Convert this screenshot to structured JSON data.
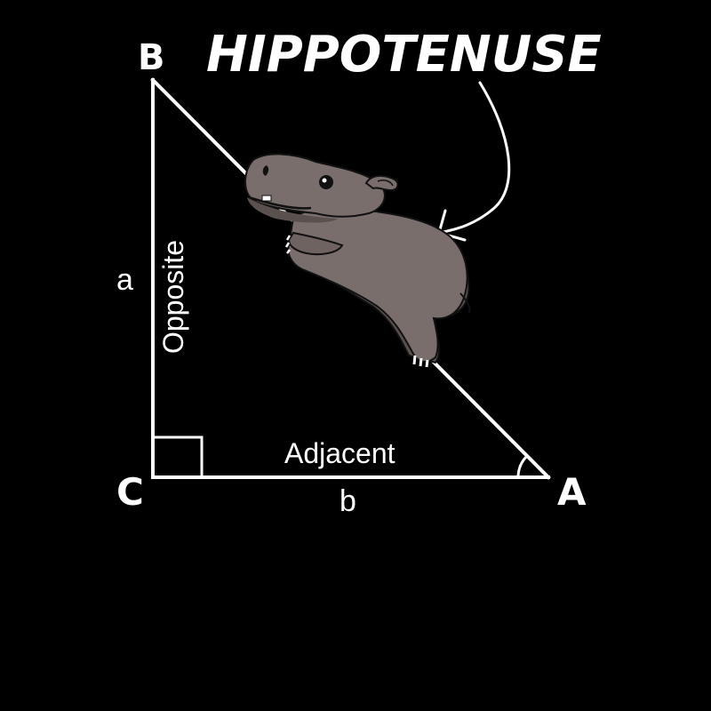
{
  "title": "HIPPOTENUSE",
  "vertices": {
    "a": "A",
    "b": "B",
    "c": "C"
  },
  "sides": {
    "opposite_letter": "a",
    "opposite_label": "Opposite",
    "adjacent_letter": "b",
    "adjacent_label": "Adjacent"
  },
  "colors": {
    "background": "#000000",
    "lines": "#ffffff",
    "hippo_body": "#7a6e6c",
    "hippo_shadow": "#5a504e",
    "hippo_outline": "#111111"
  },
  "icons": {
    "hippo": "hippo-illustration",
    "arrow": "curved-arrow-icon",
    "right_angle": "right-angle-marker",
    "angle_arc": "angle-arc-marker"
  }
}
